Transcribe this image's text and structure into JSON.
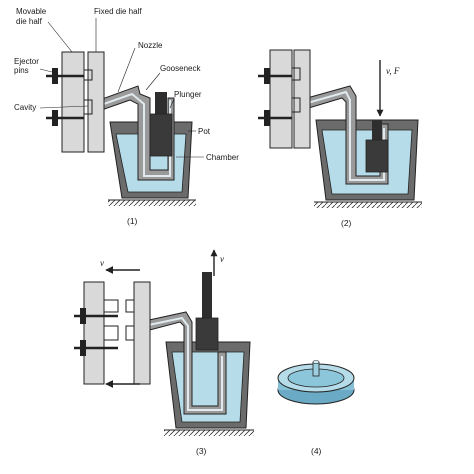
{
  "labels": {
    "movable_die_half": [
      "Movable",
      "die half"
    ],
    "fixed_die_half": "Fixed die half",
    "nozzle": "Nozzle",
    "gooseneck": "Gooseneck",
    "ejector_pins": [
      "Ejector",
      "pins"
    ],
    "cavity": "Cavity",
    "plunger": "Plunger",
    "pot": "Pot",
    "chamber": "Chamber"
  },
  "force_labels": {
    "step2": "v, F",
    "step3_plunger": "v",
    "step3_die": "v"
  },
  "step_captions": [
    "(1)",
    "(2)",
    "(3)",
    "(4)"
  ],
  "colors": {
    "die": "#d9d9d9",
    "pot_wall": "#6b6b6b",
    "molten_metal": "#b6dcea",
    "plunger": "#2e2e2e",
    "outline": "#222222"
  }
}
